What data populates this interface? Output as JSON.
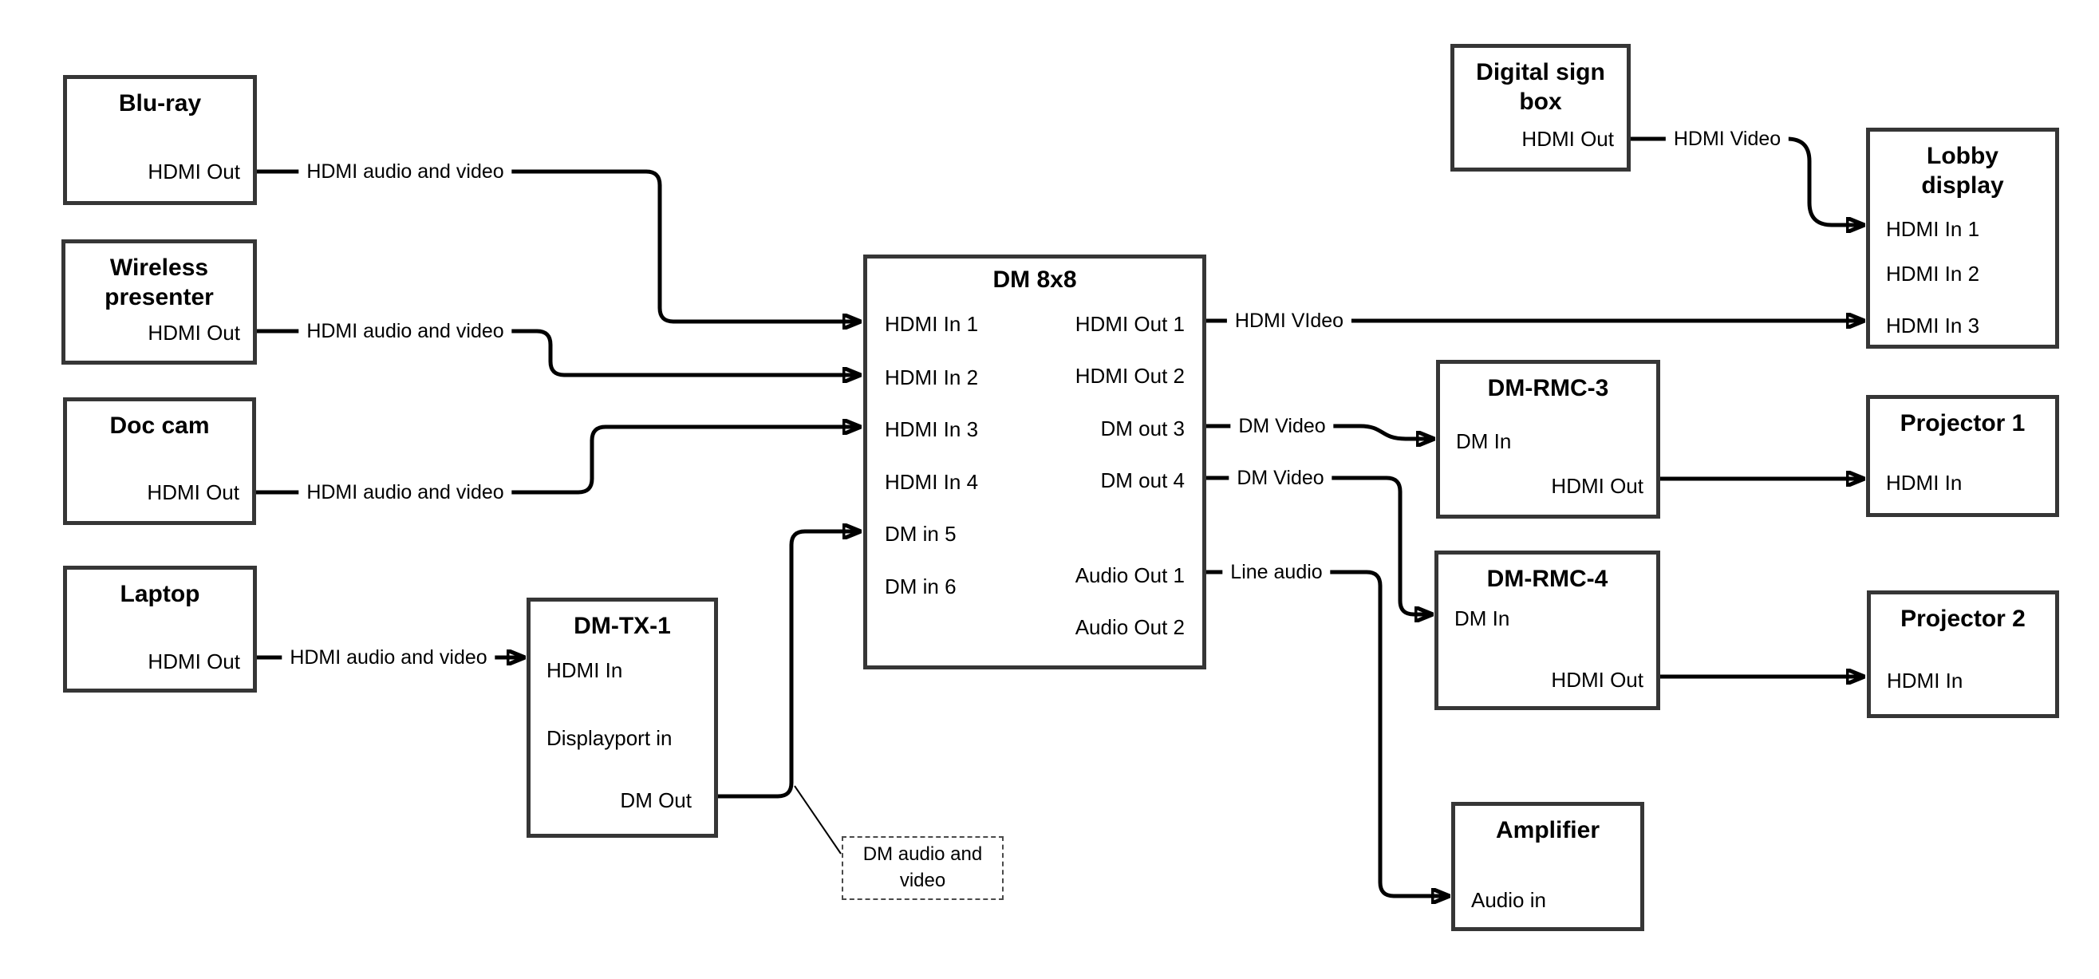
{
  "colors": {
    "background": "#ffffff",
    "wire": "#000000",
    "box_border": "#363636",
    "text": "#000000"
  },
  "nodes": {
    "bluray": {
      "title": "Blu-ray",
      "ports": {
        "hdmi_out": "HDMI Out"
      }
    },
    "wireless": {
      "title": "Wireless presenter",
      "ports": {
        "hdmi_out": "HDMI Out"
      }
    },
    "doccam": {
      "title": "Doc cam",
      "ports": {
        "hdmi_out": "HDMI Out"
      }
    },
    "laptop": {
      "title": "Laptop",
      "ports": {
        "hdmi_out": "HDMI Out"
      }
    },
    "dmtx1": {
      "title": "DM-TX-1",
      "ports": {
        "hdmi_in": "HDMI In",
        "displayport_in": "Displayport in",
        "dm_out": "DM Out"
      }
    },
    "dm8x8": {
      "title": "DM 8x8",
      "inputs": [
        "HDMI In 1",
        "HDMI In 2",
        "HDMI In 3",
        "HDMI In 4",
        "DM in 5",
        "DM in 6"
      ],
      "outputs": [
        "HDMI Out 1",
        "HDMI Out 2",
        "DM out 3",
        "DM out 4",
        "Audio Out 1",
        "Audio Out 2"
      ]
    },
    "digitalsign": {
      "title": "Digital sign box",
      "ports": {
        "hdmi_out": "HDMI Out"
      }
    },
    "lobby": {
      "title": "Lobby display",
      "ports": [
        "HDMI In 1",
        "HDMI In 2",
        "HDMI In 3"
      ]
    },
    "dmrmc3": {
      "title": "DM-RMC-3",
      "ports": {
        "dm_in": "DM In",
        "hdmi_out": "HDMI Out"
      }
    },
    "proj1": {
      "title": "Projector 1",
      "ports": {
        "hdmi_in": "HDMI In"
      }
    },
    "dmrmc4": {
      "title": "DM-RMC-4",
      "ports": {
        "dm_in": "DM In",
        "hdmi_out": "HDMI Out"
      }
    },
    "proj2": {
      "title": "Projector 2",
      "ports": {
        "hdmi_in": "HDMI In"
      }
    },
    "amplifier": {
      "title": "Amplifier",
      "ports": {
        "audio_in": "Audio in"
      }
    },
    "note": {
      "text": "DM audio and video"
    }
  },
  "edges": [
    {
      "from": "Blu-ray HDMI Out",
      "to": "DM 8x8 HDMI In 1",
      "label": "HDMI audio and video"
    },
    {
      "from": "Wireless presenter HDMI Out",
      "to": "DM 8x8 HDMI In 2",
      "label": "HDMI audio and video"
    },
    {
      "from": "Doc cam HDMI Out",
      "to": "DM 8x8 HDMI In 3",
      "label": "HDMI audio and video"
    },
    {
      "from": "Laptop HDMI Out",
      "to": "DM-TX-1 HDMI In",
      "label": "HDMI audio and video"
    },
    {
      "from": "DM-TX-1 DM Out",
      "to": "DM 8x8 DM in 5",
      "label": ""
    },
    {
      "from": "DM 8x8 HDMI Out 1",
      "to": "Lobby display HDMI In 3",
      "label": "HDMI VIdeo"
    },
    {
      "from": "DM 8x8 DM out 3",
      "to": "DM-RMC-3 DM In",
      "label": "DM Video"
    },
    {
      "from": "DM 8x8 DM out 4",
      "to": "DM-RMC-4 DM In",
      "label": "DM Video"
    },
    {
      "from": "DM 8x8 Audio Out 1",
      "to": "Amplifier Audio in",
      "label": "Line audio"
    },
    {
      "from": "Digital sign box HDMI Out",
      "to": "Lobby display HDMI In 1",
      "label": "HDMI Video"
    },
    {
      "from": "DM-RMC-3 HDMI Out",
      "to": "Projector 1 HDMI In",
      "label": ""
    },
    {
      "from": "DM-RMC-4 HDMI Out",
      "to": "Projector 2 HDMI In",
      "label": ""
    }
  ]
}
